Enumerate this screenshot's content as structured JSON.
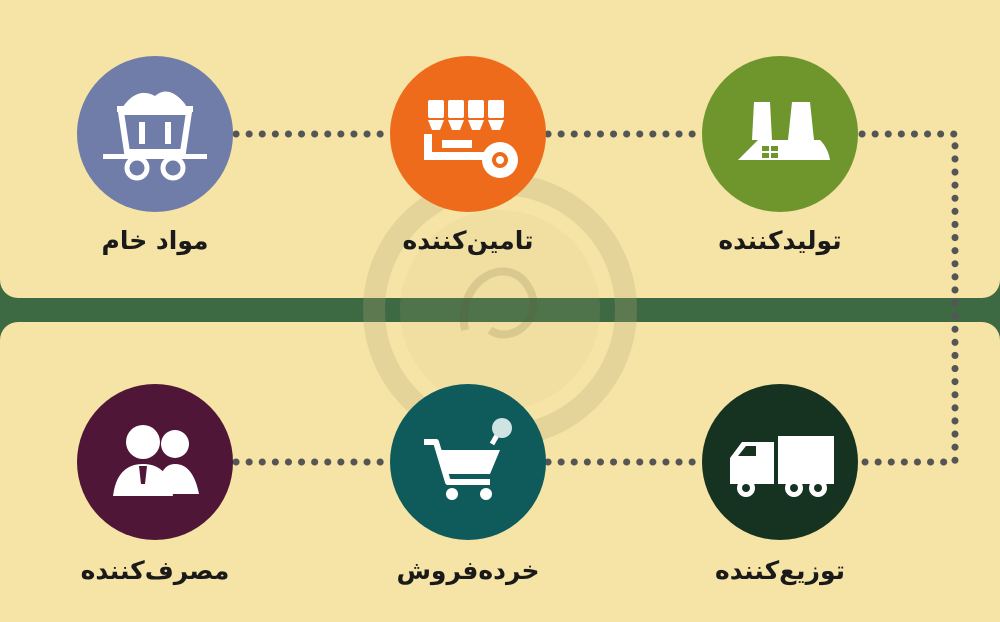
{
  "nodes": [
    {
      "id": "raw-materials",
      "label": "مواد خام",
      "color": "#6f7da8",
      "icon": "mine-cart-icon"
    },
    {
      "id": "supplier",
      "label": "تامین‌کننده",
      "color": "#ee6b1c",
      "icon": "factory-gear-icon"
    },
    {
      "id": "manufacturer",
      "label": "تولیدکننده",
      "color": "#6f962c",
      "icon": "power-plant-icon"
    },
    {
      "id": "distributor",
      "label": "توزیع‌کننده",
      "color": "#163322",
      "icon": "truck-icon"
    },
    {
      "id": "retailer",
      "label": "خرده‌فروش",
      "color": "#0f5b5c",
      "icon": "shopping-cart-icon"
    },
    {
      "id": "consumer",
      "label": "مصرف‌کننده",
      "color": "#4f1638",
      "icon": "users-icon"
    }
  ],
  "colors": {
    "band": "#f5e4a5",
    "divider": "#3e6a43",
    "dots": "#555555"
  }
}
